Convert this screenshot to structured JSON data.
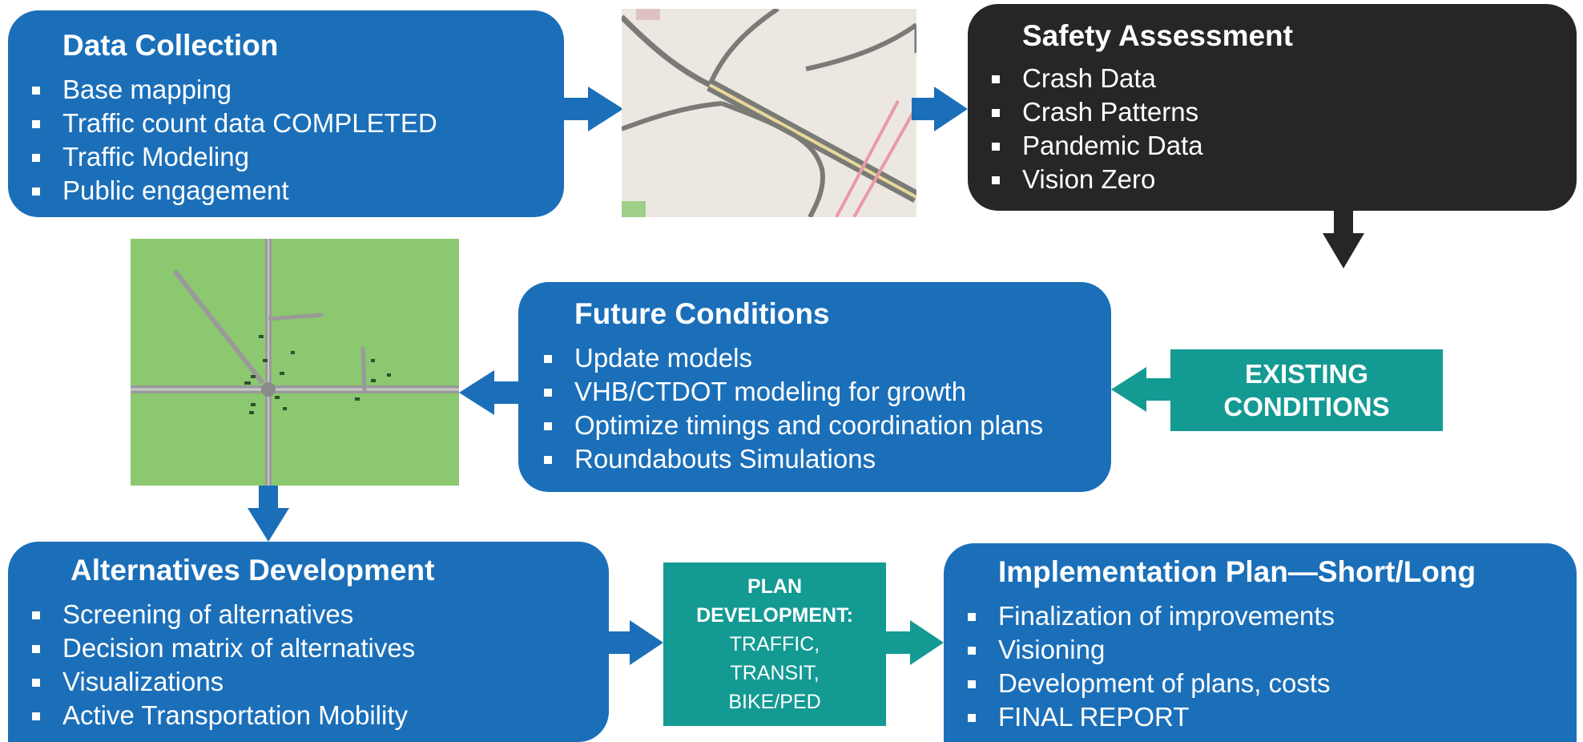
{
  "data_collection": {
    "title": "Data Collection",
    "items": [
      "Base mapping",
      "Traffic count data COMPLETED",
      "Traffic Modeling",
      "Public engagement"
    ]
  },
  "safety_assessment": {
    "title": "Safety Assessment",
    "items": [
      "Crash Data",
      "Crash Patterns",
      "Pandemic Data",
      "Vision Zero"
    ]
  },
  "future_conditions": {
    "title": "Future Conditions",
    "items": [
      "Update models",
      "VHB/CTDOT modeling for growth",
      "Optimize timings and coordination plans",
      "Roundabouts Simulations"
    ]
  },
  "existing_conditions": {
    "line1": "EXISTING",
    "line2": "CONDITIONS"
  },
  "alternatives_development": {
    "title": "Alternatives Development",
    "items": [
      "Screening of alternatives",
      "Decision matrix of alternatives",
      "Visualizations",
      "Active Transportation Mobility"
    ]
  },
  "plan_development": {
    "line1": "PLAN",
    "line2": "DEVELOPMENT:",
    "line3": "TRAFFIC,",
    "line4": "TRANSIT,",
    "line5": "BIKE/PED"
  },
  "implementation_plan": {
    "title": "Implementation Plan—Short/Long",
    "items": [
      "Finalization of improvements",
      "Visioning",
      "Development of plans, costs",
      "FINAL REPORT"
    ]
  },
  "colors": {
    "blue_box": "#1b6fb9",
    "dark_box": "#262626",
    "teal_box": "#139a93",
    "arrow_blue": "#1b6fb9",
    "arrow_dark": "#262626",
    "arrow_teal": "#139a93",
    "map_green": "#8cc86f",
    "map_beige": "#ece8e1"
  }
}
